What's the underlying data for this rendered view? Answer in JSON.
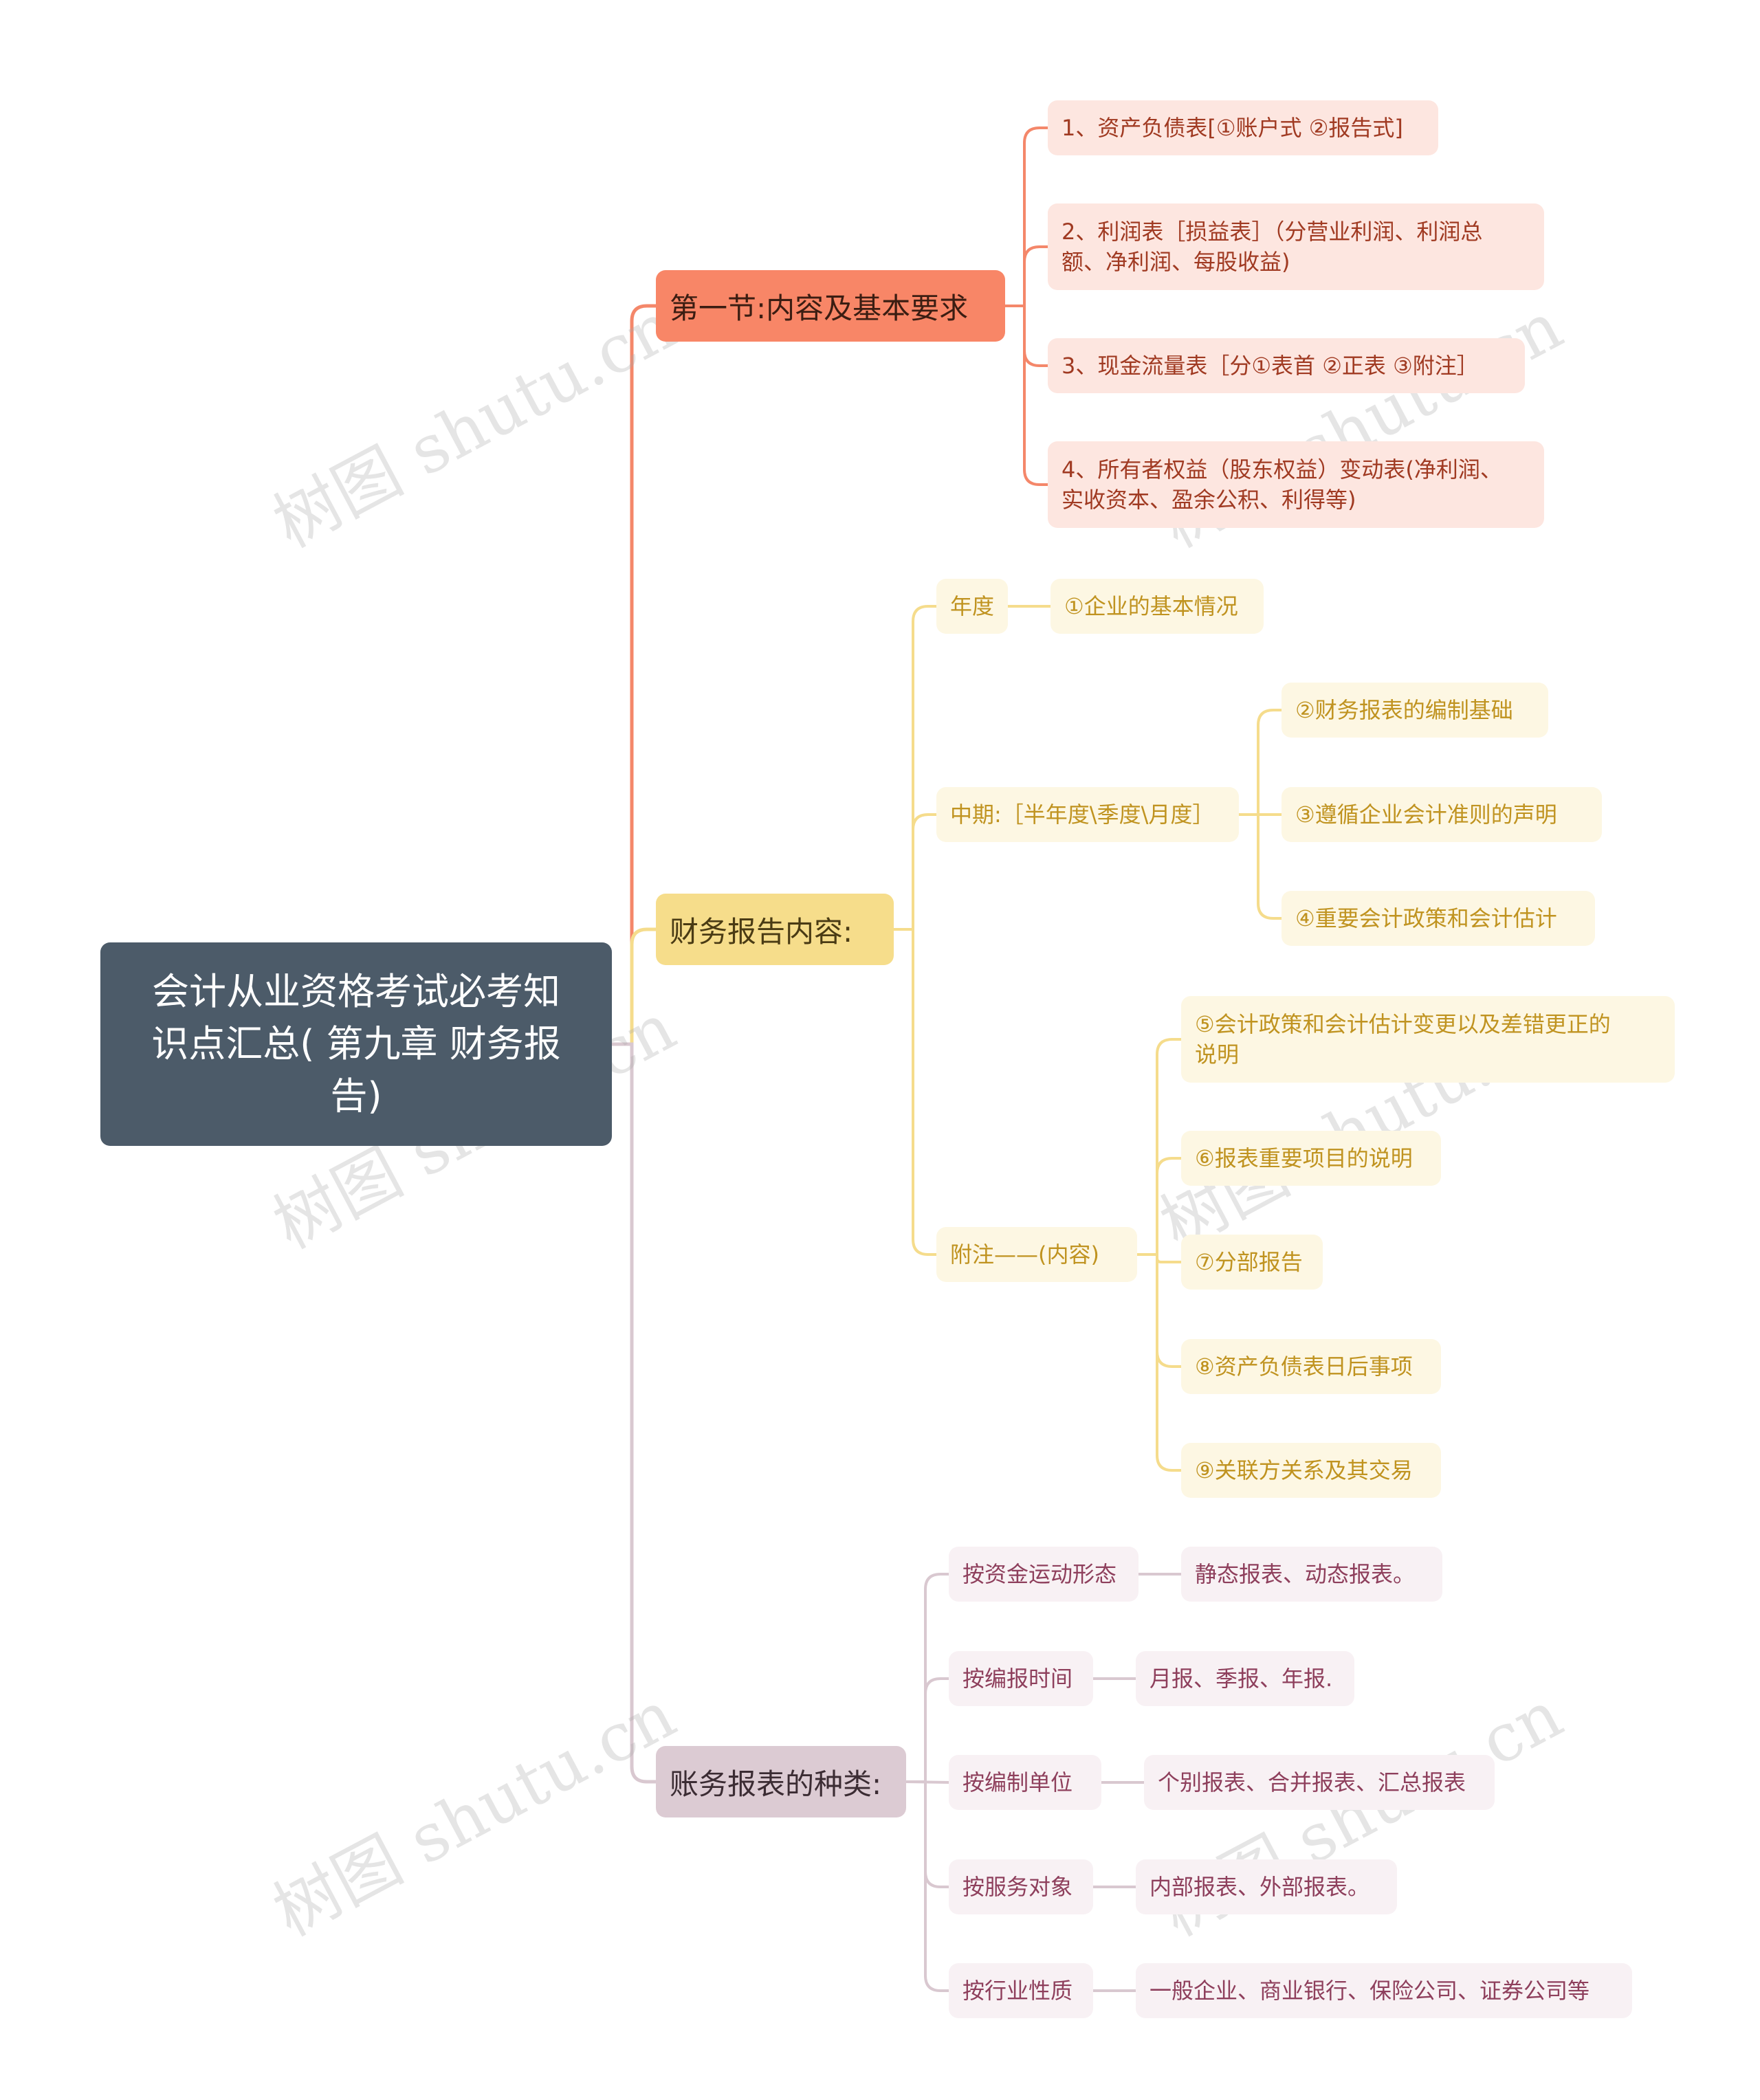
{
  "root": {
    "title": "会计从业资格考试必考知\n识点汇总( 第九章  财务报\n告)"
  },
  "branches": [
    {
      "label": "第一节:内容及基本要求",
      "color": "#f4876a",
      "children": [
        {
          "label": "1、资产负债表[①账户式 ②报告式]"
        },
        {
          "label": "2、利润表［损益表］（分营业利润、利润总\n额、净利润、每股收益)"
        },
        {
          "label": "3、现金流量表［分①表首 ②正表 ③附注］"
        },
        {
          "label": "4、所有者权益（股东权益）变动表(净利润、\n实收资本、盈余公积、利得等)"
        }
      ]
    },
    {
      "label": "财务报告内容:",
      "color": "#f5dc8c",
      "children": [
        {
          "label": "年度",
          "children": [
            {
              "label": "①企业的基本情况"
            }
          ]
        },
        {
          "label": "中期:［半年度\\季度\\月度］",
          "children": [
            {
              "label": "②财务报表的编制基础"
            },
            {
              "label": " ③遵循企业会计准则的声明"
            },
            {
              "label": "④重要会计政策和会计估计"
            }
          ]
        },
        {
          "label": "附注——(内容)",
          "children": [
            {
              "label": "⑤会计政策和会计估计变更以及差错更正的\n说明"
            },
            {
              "label": "⑥报表重要项目的说明"
            },
            {
              "label": "⑦分部报告"
            },
            {
              "label": "⑧资产负债表日后事项"
            },
            {
              "label": "⑨关联方关系及其交易"
            }
          ]
        }
      ]
    },
    {
      "label": "账务报表的种类:",
      "color": "#d9c8d0",
      "children": [
        {
          "label": "按资金运动形态",
          "children": [
            {
              "label": "静态报表、动态报表。"
            }
          ]
        },
        {
          "label": "按编报时间",
          "children": [
            {
              "label": "月报、季报、年报."
            }
          ]
        },
        {
          "label": " 按编制单位",
          "children": [
            {
              "label": "个别报表、合并报表、汇总报表"
            }
          ]
        },
        {
          "label": "按服务对象",
          "children": [
            {
              "label": "内部报表、外部报表。"
            }
          ]
        },
        {
          "label": "按行业性质",
          "children": [
            {
              "label": "一般企业、商业银行、保险公司、证券公司等"
            }
          ]
        }
      ]
    }
  ],
  "watermark": "树图 shutu.cn"
}
